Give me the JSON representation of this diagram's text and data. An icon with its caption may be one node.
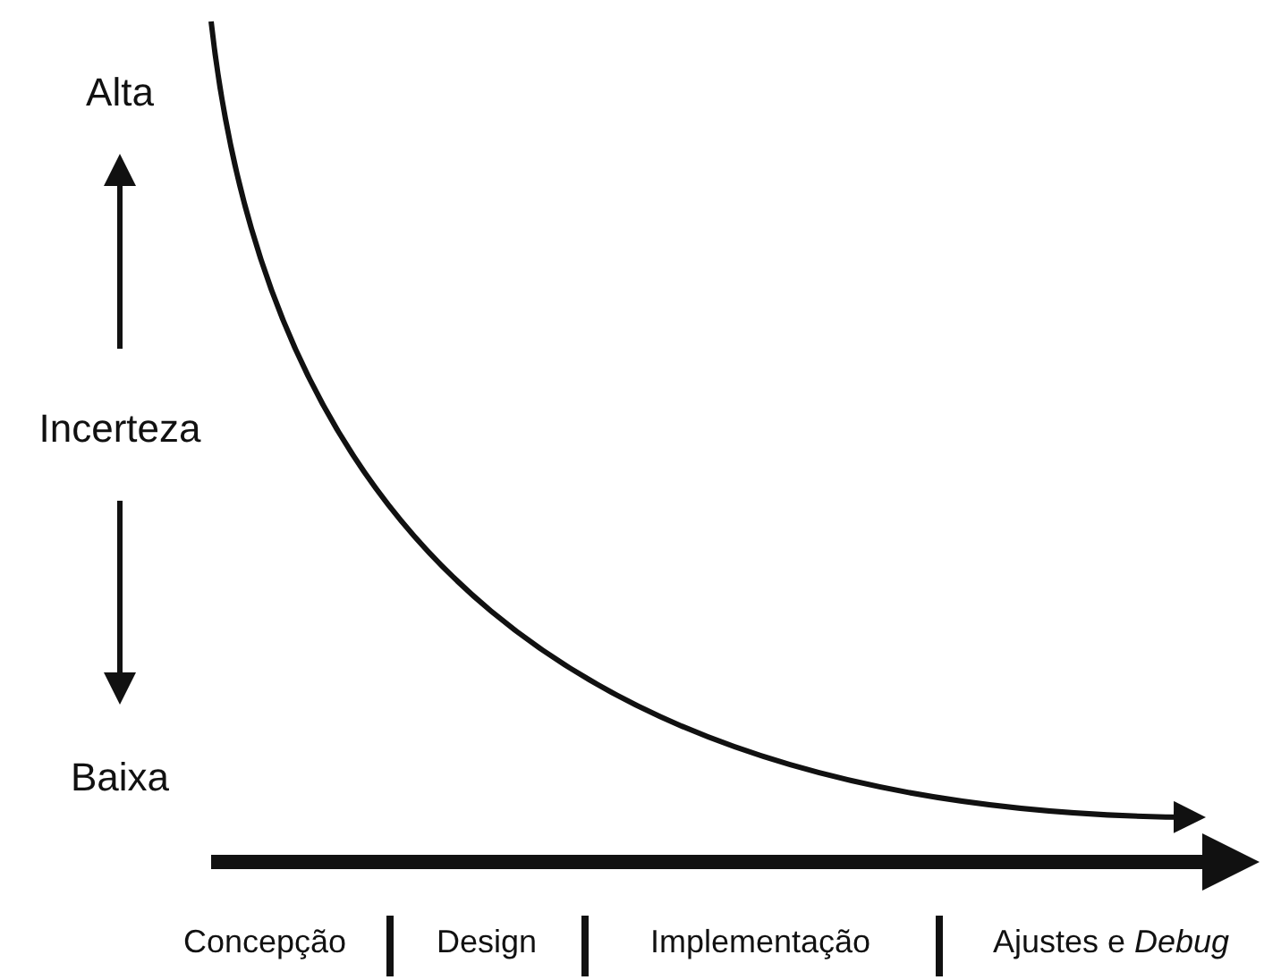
{
  "diagram": {
    "labels": [
      "Alta",
      "Incerteza",
      "Baixa",
      "Concepção",
      "Design",
      "Implementação",
      "Ajustes e *Debug*"
    ]
  }
}
